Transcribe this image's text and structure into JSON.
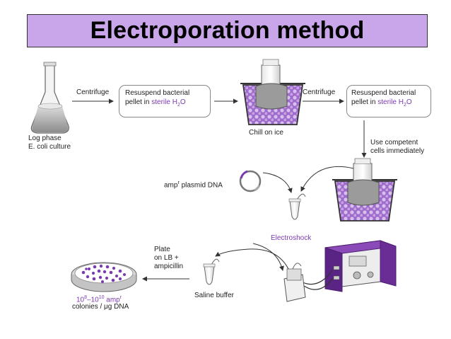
{
  "title": "Electroporation method",
  "steps": {
    "centrifuge_1": "Centrifuge",
    "resuspend_1": {
      "line1": "Resuspend bacterial",
      "line2_prefix": "pellet in ",
      "line2_sterile": "sterile H",
      "line2_sub": "2",
      "line2_end": "O"
    },
    "chill": "Chill on ice",
    "centrifuge_2": "Centrifuge",
    "resuspend_2": {
      "line1": "Resuspend bacterial",
      "line2_prefix": "pellet in ",
      "line2_sterile": "sterile H",
      "line2_sub": "2",
      "line2_end": "O"
    },
    "culture": {
      "line1": "Log phase",
      "line2": "E. coli culture"
    },
    "competent": {
      "line1": "Use competent",
      "line2": "cells immediately"
    },
    "plasmid": {
      "prefix": "amp",
      "sup": "r",
      "suffix": " plasmid DNA"
    },
    "electroshock": "Electroshock",
    "plate": {
      "line1": "Plate",
      "line2": "on LB +",
      "line3": "ampicillin"
    },
    "saline": "Saline buffer",
    "colonies": {
      "c1": "10",
      "s1": "8",
      "c2": "–10",
      "s2": "10",
      "c3": " amp",
      "s3": "r",
      "line2": "colonies / μg DNA"
    }
  },
  "colors": {
    "title_bg": "#c9a5ea",
    "accent": "#7a3bb0",
    "ice": "#b48bd6",
    "device": "#6a2d96"
  }
}
